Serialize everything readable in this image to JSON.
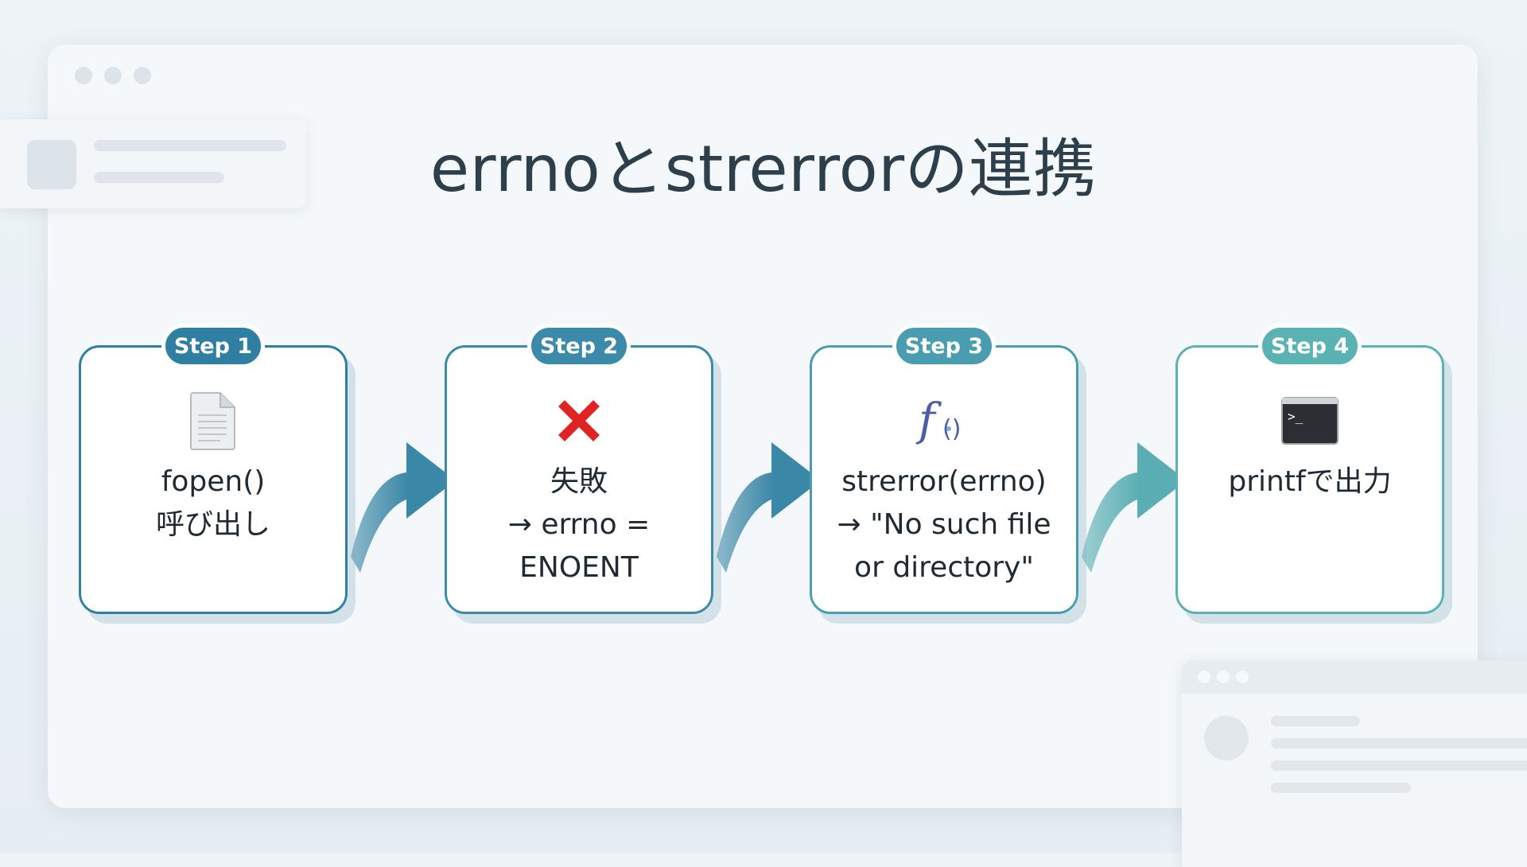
{
  "title": "errnoとstrerrorの連携",
  "steps": [
    {
      "badge": "Step 1",
      "icon": "document-icon",
      "lines": [
        "fopen()",
        "呼び出し"
      ],
      "color": "#2f7fa3"
    },
    {
      "badge": "Step 2",
      "icon": "error-x-icon",
      "lines": [
        "失敗",
        "→ errno =",
        "ENOENT"
      ],
      "color": "#3b8aa9"
    },
    {
      "badge": "Step 3",
      "icon": "function-icon",
      "lines": [
        "strerror(errno)",
        "→ \"No such file",
        "or directory\""
      ],
      "color": "#4a9db0"
    },
    {
      "badge": "Step 4",
      "icon": "terminal-icon",
      "lines": [
        "printfで出力"
      ],
      "color": "#5bb2b3"
    }
  ],
  "colors": {
    "title": "#2e3f4c",
    "arrow_start": "#3a87a7",
    "arrow_end": "#5fb9b5",
    "error": "#e02424",
    "function": "#4a5ea8"
  }
}
